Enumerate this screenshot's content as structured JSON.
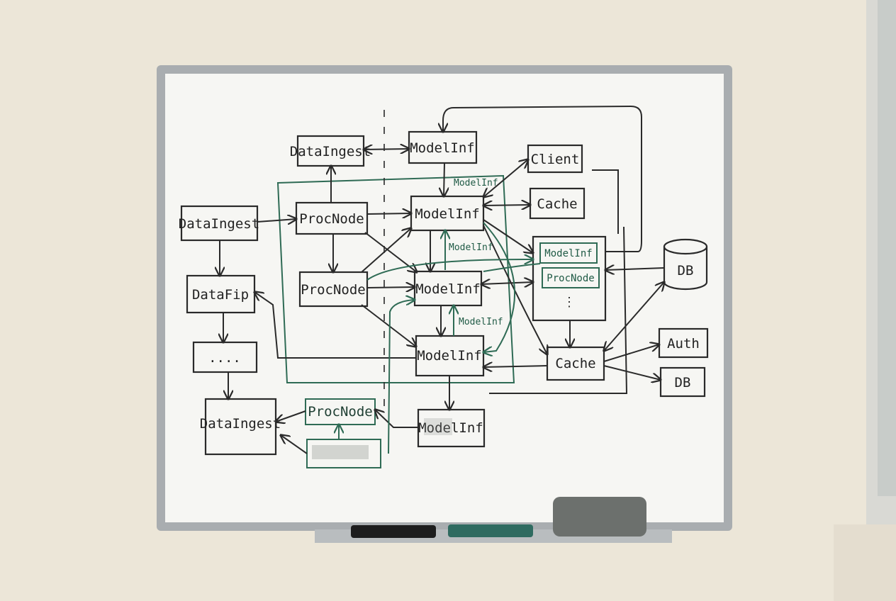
{
  "nodes": {
    "n1": "DataIngest",
    "n2": "ModelInf",
    "n3": "Client",
    "n4": "Cache",
    "n5": "DataIngest",
    "n6": "ProcNode",
    "n7": "ModelInf",
    "n8": "ProcNode",
    "n9": "ModelInf",
    "n10": "DataFip",
    "n11": "ModelInf",
    "n12": "....",
    "n13": "DataIngest",
    "n14": "ProcNode",
    "n15": "ModelInf",
    "n16": "ModelInf",
    "n17": "ProcNode",
    "n18": "DB",
    "n19": "Cache",
    "n20": "Auth",
    "n21": "DB"
  },
  "edge_labels": {
    "e1": "ModelInf",
    "e2": "ModelInf",
    "e3": "ModelInf"
  },
  "colors": {
    "marker_black": "#2a2a2a",
    "marker_green": "#2f6b55",
    "board": "#f6f6f3",
    "frame": "#a9adb0",
    "wall": "#ece6d8"
  }
}
